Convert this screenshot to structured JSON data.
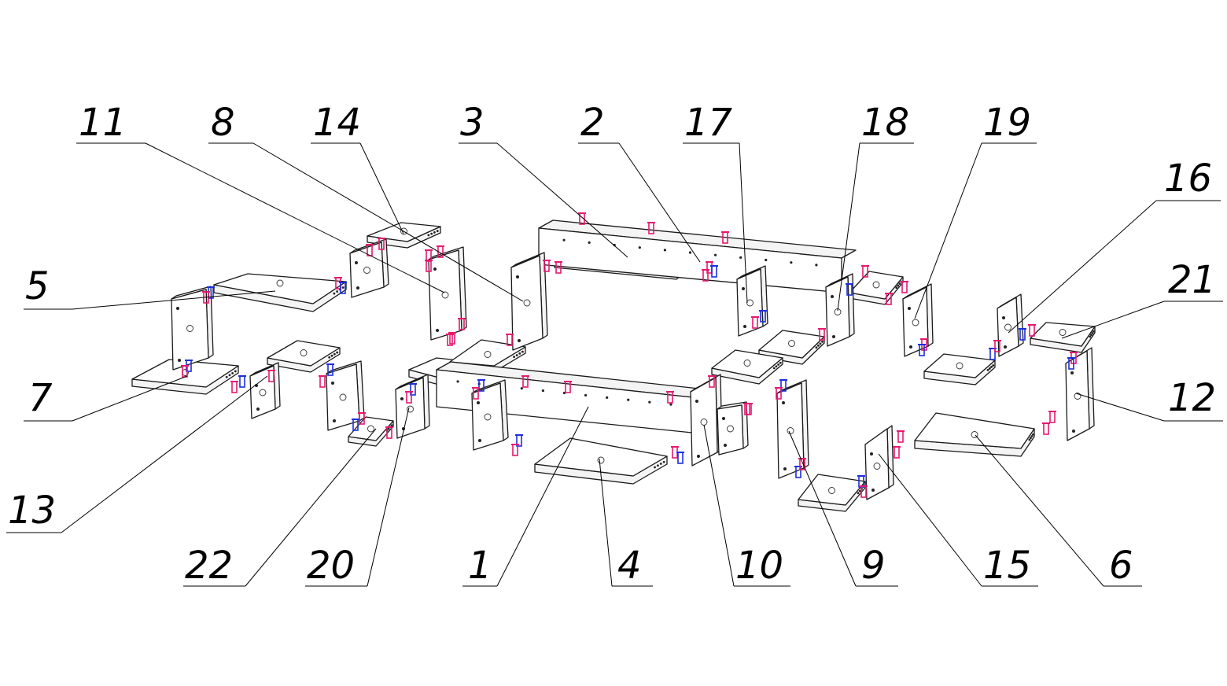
{
  "drawing": {
    "type": "exploded-assembly",
    "colors": {
      "line": "#000000",
      "fastener_pink": "#e8186f",
      "fastener_blue": "#1b2ee0",
      "background": "#ffffff"
    }
  },
  "callouts": [
    "11",
    "8",
    "14",
    "3",
    "2",
    "17",
    "18",
    "19",
    "16",
    "21",
    "12",
    "5",
    "7",
    "13",
    "22",
    "20",
    "1",
    "4",
    "10",
    "9",
    "15",
    "6"
  ]
}
